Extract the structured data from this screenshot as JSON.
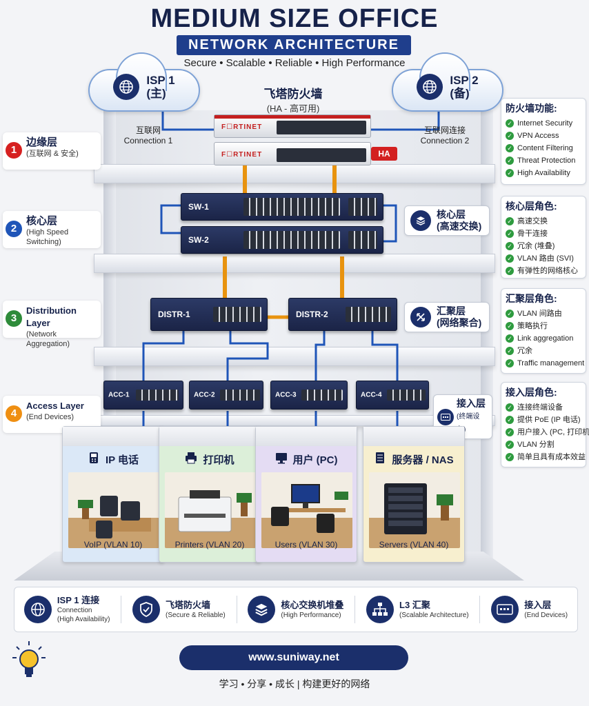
{
  "header": {
    "title": "MEDIUM SIZE OFFICE",
    "subtitle": "NETWORK ARCHITECTURE",
    "tagline": "Secure • Scalable • Reliable • High Performance"
  },
  "isp": {
    "primary": {
      "name": "ISP 1",
      "role": "(主)"
    },
    "backup": {
      "name": "ISP 2",
      "role": "(备)"
    }
  },
  "firewall": {
    "title": "飞塔防火墙",
    "subtitle": "(HA - 高可用)",
    "brand": "F☐RTINET",
    "ha_badge": "HA",
    "conn_left_a": "互联网",
    "conn_left_b": "Connection 1",
    "conn_right_a": "互联网连接",
    "conn_right_b": "Connection 2"
  },
  "layers": [
    {
      "num": "1",
      "title": "边缘层",
      "sub": "(互联网 & 安全)",
      "color": "#d62020"
    },
    {
      "num": "2",
      "title": "核心层",
      "sub": "(High Speed Switching)",
      "color": "#1f55b8"
    },
    {
      "num": "3",
      "title": "Distribution Layer",
      "sub": "(Network Aggregation)",
      "color": "#2e8b3a"
    },
    {
      "num": "4",
      "title": "Access Layer",
      "sub": "(End Devices)",
      "color": "#ef8f12"
    }
  ],
  "switches": {
    "core": [
      "SW-1",
      "SW-2"
    ],
    "distribution": [
      "DISTR-1",
      "DISTR-2"
    ],
    "access": [
      "ACC-1",
      "ACC-2",
      "ACC-3",
      "ACC-4"
    ]
  },
  "tags": {
    "core": {
      "title": "核心层",
      "sub": "(高速交换)"
    },
    "distribution": {
      "title": "汇聚层",
      "sub": "(网络聚合)"
    },
    "access": {
      "title": "接入层",
      "sub": "(终端设备)"
    }
  },
  "panels": {
    "firewall": {
      "title": "防火墙功能:",
      "items": [
        "Internet Security",
        "VPN Access",
        "Content Filtering",
        "Threat Protection",
        "High Availability"
      ]
    },
    "core": {
      "title": "核心层角色:",
      "items": [
        "高速交换",
        "骨干连接",
        "冗余 (堆叠)",
        "VLAN 路由 (SVI)",
        "有弹性的网络核心"
      ]
    },
    "distribution": {
      "title": "汇聚层角色:",
      "items": [
        "VLAN 间路由",
        "策略执行",
        "Link aggregation",
        "冗余",
        "Traffic management"
      ]
    },
    "access": {
      "title": "接入层角色:",
      "items": [
        "连接终端设备",
        "提供 PoE (IP 电话)",
        "用户接入 (PC, 打印机)",
        "VLAN 分割",
        "简单且具有成本效益"
      ]
    }
  },
  "rooms": [
    {
      "title": "IP 电话",
      "caption": "VoIP (VLAN 10)",
      "color": "#dbe8f7"
    },
    {
      "title": "打印机",
      "caption": "Printers (VLAN 20)",
      "color": "#dcefd9"
    },
    {
      "title": "用户 (PC)",
      "caption": "Users (VLAN 30)",
      "color": "#e4dcf3"
    },
    {
      "title": "服务器 / NAS",
      "caption": "Servers (VLAN 40)",
      "color": "#f7efcf"
    }
  ],
  "legend": [
    {
      "title": "ISP 1 连接",
      "sub": "Connection",
      "sub2": "(High Availability)"
    },
    {
      "title": "飞塔防火墙",
      "sub": "(Secure & Reliable)",
      "sub2": ""
    },
    {
      "title": "核心交换机堆叠",
      "sub": "(High Performance)",
      "sub2": ""
    },
    {
      "title": "L3 汇聚",
      "sub": "(Scalable Architecture)",
      "sub2": ""
    },
    {
      "title": "接入层",
      "sub": "(End Devices)",
      "sub2": ""
    }
  ],
  "footer": {
    "site": "www.suniway.net",
    "motto": "学习 • 分享 • 成长 | 构建更好的网络"
  }
}
